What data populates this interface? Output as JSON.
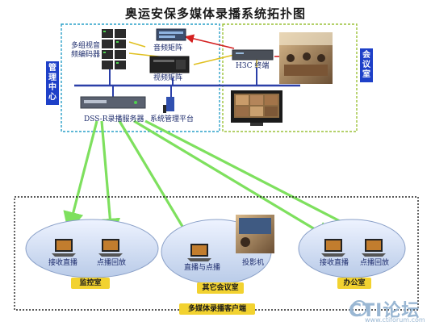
{
  "title": "奥运安保多媒体录播系统拓扑图",
  "sections": {
    "management_center": "管理中心",
    "conference_room": "会议室",
    "clients": "多媒体录播客户端"
  },
  "devices": {
    "multi_encoder": "多组视音频编码器",
    "audio_matrix": "音频矩阵",
    "video_matrix": "视频矩阵",
    "h3c_terminal": "H3C 终端",
    "dss_server": "DSS-R录播服务器",
    "mgmt_platform": "系统管理平台"
  },
  "zones": {
    "monitor": {
      "name": "监控室",
      "live": "接收直播",
      "vod": "点播回放"
    },
    "other_meeting": {
      "name": "其它会议室",
      "live_vod": "直播与点播",
      "projector": "投影机"
    },
    "office": {
      "name": "办公室",
      "live": "接收直播",
      "vod": "点播回放"
    }
  },
  "watermark": {
    "logo": "CTI论坛",
    "url": "www.ctiforum.com"
  },
  "colors": {
    "accent_blue": "#1e40c8",
    "mgmt_border": "#2aa0c8",
    "conf_border": "#9cc23a",
    "green_arrow": "#7ee05e",
    "zone_label": "#f2d230",
    "signal_red": "#d42020",
    "signal_yellow": "#e0c020"
  }
}
